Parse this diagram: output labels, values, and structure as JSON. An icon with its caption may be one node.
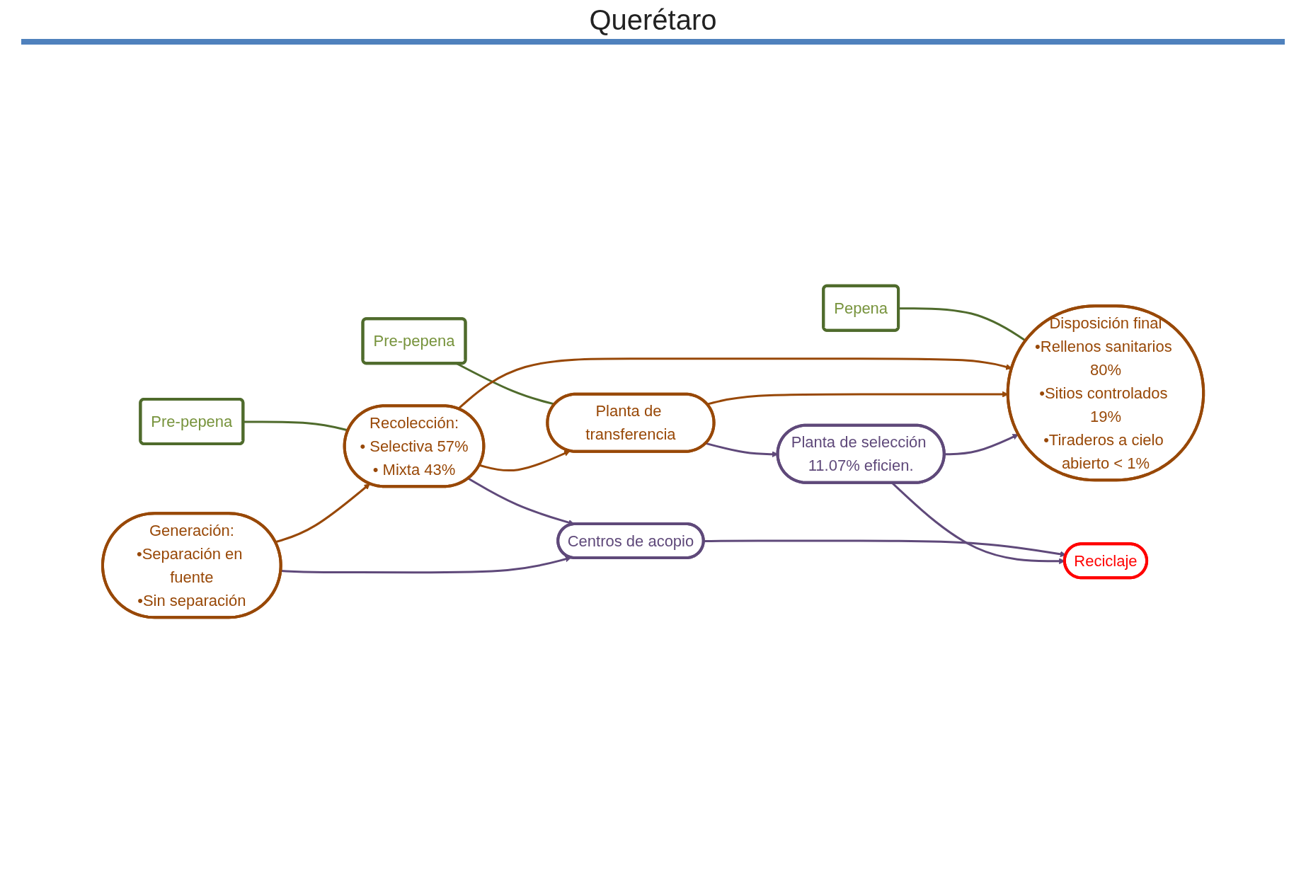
{
  "diagram": {
    "title": "Querétaro",
    "nodes": [
      {
        "text": [
          "Pre-pepena"
        ]
      },
      {
        "text": [
          "Recolección:",
          "• Selectiva 57%",
          "• Mixta 43%"
        ]
      },
      {
        "text": [
          "Pre-pepena"
        ]
      },
      {
        "text": [
          "Planta de transferencia"
        ]
      },
      {
        "text": [
          "Generación:",
          "•Separación en fuente",
          "•Sin separación"
        ]
      },
      {
        "text": [
          "Centros de acopio"
        ]
      },
      {
        "text": [
          "Planta de selección 11.07% eficien."
        ]
      },
      {
        "text": [
          "Pepena"
        ]
      },
      {
        "text": [
          "Disposición final",
          "•Rellenos sanitarios 80%",
          "•Sitios controlados 19%",
          "•Tiraderos a cielo abierto < 1%"
        ]
      },
      {
        "text": [
          "Reciclaje"
        ]
      }
    ],
    "edges": [
      {
        "from": 0,
        "to": 1,
        "arrow": "none",
        "color": "#4f6b2c"
      },
      {
        "from": 2,
        "to": 3,
        "arrow": "none",
        "color": "#4f6b2c"
      },
      {
        "from": 7,
        "to": 8,
        "arrow": "none",
        "color": "#4f6b2c"
      },
      {
        "from": 4,
        "to": 1,
        "arrow": "to",
        "color": "#984807"
      },
      {
        "from": 1,
        "to": 3,
        "arrow": "to",
        "color": "#984807"
      },
      {
        "from": 1,
        "to": 5,
        "arrow": "to",
        "color": "#5f497a"
      },
      {
        "from": 1,
        "to": 8,
        "arrow": "to",
        "color": "#984807"
      },
      {
        "from": 4,
        "to": 5,
        "arrow": "to",
        "color": "#5f497a"
      },
      {
        "from": 3,
        "to": 8,
        "arrow": "to",
        "color": "#984807"
      },
      {
        "from": 3,
        "to": 6,
        "arrow": "to",
        "color": "#5f497a"
      },
      {
        "from": 6,
        "to": 8,
        "arrow": "to",
        "color": "#5f497a"
      },
      {
        "from": 5,
        "to": 9,
        "arrow": "to",
        "color": "#5f497a"
      },
      {
        "from": 6,
        "to": 9,
        "arrow": "to",
        "color": "#5f497a"
      }
    ]
  }
}
